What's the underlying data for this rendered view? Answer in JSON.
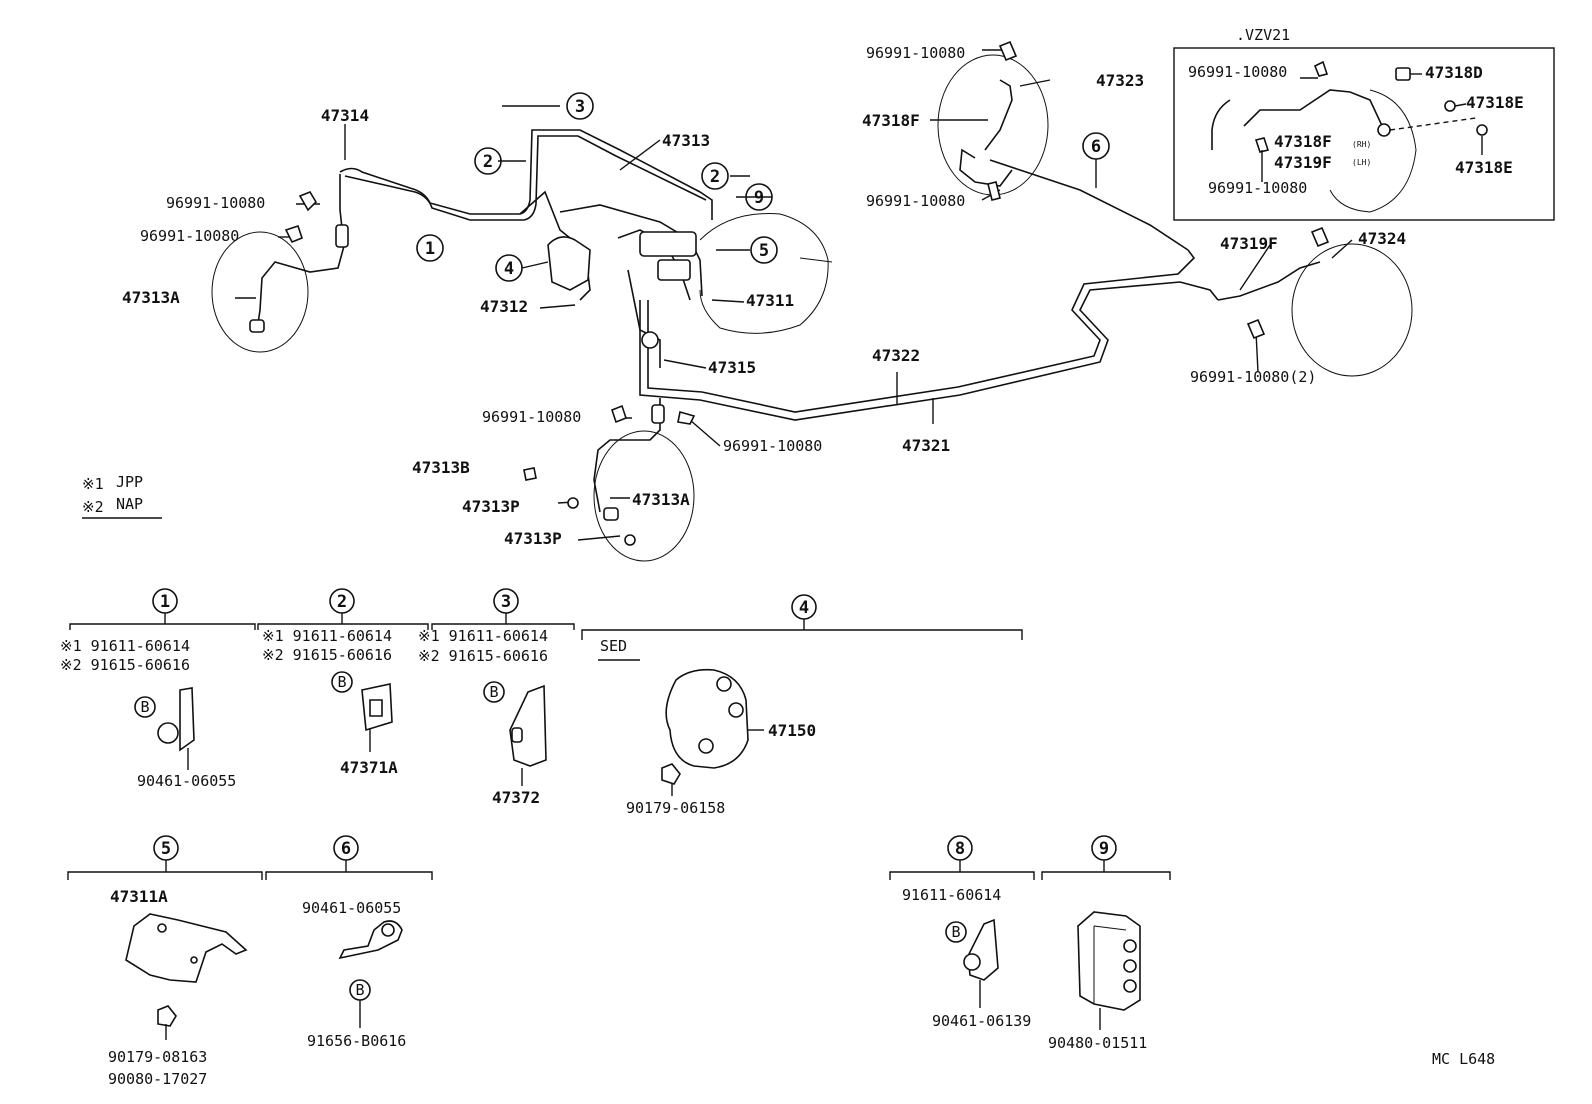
{
  "labels": {
    "p47314": "47314",
    "p47313": "47313",
    "p47312": "47312",
    "p47311": "47311",
    "p47315": "47315",
    "p47313A_top": "47313A",
    "p47313A_bot": "47313A",
    "p47313B": "47313B",
    "p47313P_1": "47313P",
    "p47313P_2": "47313P",
    "p47322": "47322",
    "p47321": "47321",
    "p47323": "47323",
    "p47318F": "47318F",
    "p47319F": "47319F",
    "p47324": "47324",
    "c1": "96991-10080",
    "c2": "96991-10080",
    "c3": "96991-10080",
    "c4": "96991-10080",
    "c5": "96991-10080",
    "c6": "96991-10080",
    "c7": "96991-10080(2)"
  },
  "inset": {
    "title": ".VZV21",
    "clip": "96991-10080",
    "clip2": "96991-10080",
    "p47318D": "47318D",
    "p47318E_1": "47318E",
    "p47318E_2": "47318E",
    "p47318F": "47318F",
    "p47319F": "47319F",
    "rh": "(RH)",
    "lh": "(LH)"
  },
  "legend": {
    "jpp_mark": "※1",
    "jpp": "JPP",
    "nap_mark": "※2",
    "nap": "NAP"
  },
  "refs": [
    "1",
    "2",
    "3",
    "4",
    "5",
    "6",
    "8",
    "9"
  ],
  "groups": {
    "g1": {
      "num": "1",
      "l1": "※1 91611-60614",
      "l2": "※2 91615-60616",
      "b": "B",
      "part": "90461-06055"
    },
    "g2": {
      "num": "2",
      "l1": "※1 91611-60614",
      "l2": "※2 91615-60616",
      "b": "B",
      "part": "47371A"
    },
    "g3": {
      "num": "3",
      "l1": "※1 91611-60614",
      "l2": "※2 91615-60616",
      "b": "B",
      "part": "47372"
    },
    "g4": {
      "num": "4",
      "sed": "SED",
      "part": "47150",
      "bolt": "90179-06158"
    },
    "g5": {
      "num": "5",
      "part": "47311A",
      "n1": "90179-08163",
      "n2": "90080-17027"
    },
    "g6": {
      "num": "6",
      "part": "90461-06055",
      "b": "B",
      "bolt": "91656-B0616"
    },
    "g8": {
      "num": "8",
      "l1": "91611-60614",
      "b": "B",
      "part": "90461-06139"
    },
    "g9": {
      "num": "9",
      "part": "90480-01511"
    }
  },
  "footer": {
    "code": "MC  L648"
  }
}
